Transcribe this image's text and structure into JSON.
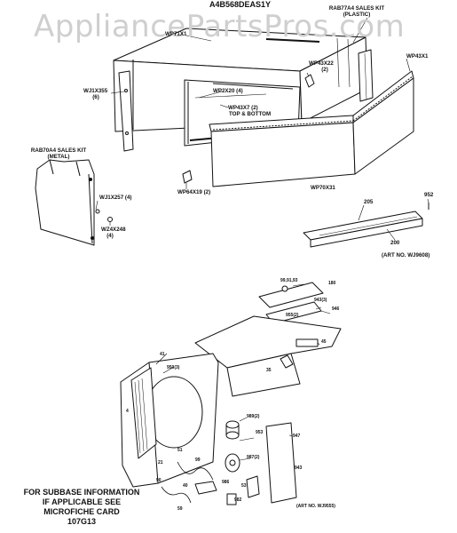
{
  "header": {
    "watermark": "AppliancePartsPros.com",
    "model": "A4B568DEAS1Y"
  },
  "upper_labels": {
    "wp71x1": "WP71X1",
    "rab77a4_l1": "RAB77A4 SALES KIT",
    "rab77a4_l2": "(PLASTIC)",
    "wp43x1": "WP43X1",
    "wp43x22": "WP43X22",
    "wp43x22_qty": "(2)",
    "wj1x355": "WJ1X355",
    "wj1x355_qty": "(6)",
    "wp2x20": "WP2X20 (4)",
    "wp43x7": "WP43X7 (2)",
    "top_bottom": "TOP & BOTTOM",
    "rab70a4_l1": "RAB70A4 SALES KIT",
    "rab70a4_l2": "(METAL)",
    "wj1x257": "WJ1X257 (4)",
    "wz4x248": "WZ4X248",
    "wz4x248_qty": "(4)",
    "wp64x19": "WP64X19 (2)",
    "wp70x31": "WP70X31",
    "p952": "952",
    "p205": "205",
    "p200": "200",
    "art_upper": "(ART NO. WJ9608)"
  },
  "lower_labels": {
    "l_99": "99,91,93",
    "l_180": "180",
    "l_943": "943(3)",
    "l_946": "946",
    "l_955": "955(2)",
    "l_45": "45",
    "l_35": "35",
    "l_41": "41",
    "l_950": "950(3)",
    "l_a": "4",
    "l_989": "989(2)",
    "l_953": "953",
    "l_987": "987(2)",
    "l_947": "947",
    "l_51": "51",
    "l_99b": "99",
    "l_943b": "943",
    "l_21": "21",
    "l_90": "90",
    "l_40": "40",
    "l_986": "986",
    "l_53": "53",
    "l_982": "982",
    "l_59": "59",
    "art_lower": "(ART NO. WJ9555)"
  },
  "note": {
    "line1": "FOR SUBBASE INFORMATION",
    "line2": "IF APPLICABLE SEE",
    "line3": "MICROFICHE CARD",
    "line4": "107G13"
  }
}
